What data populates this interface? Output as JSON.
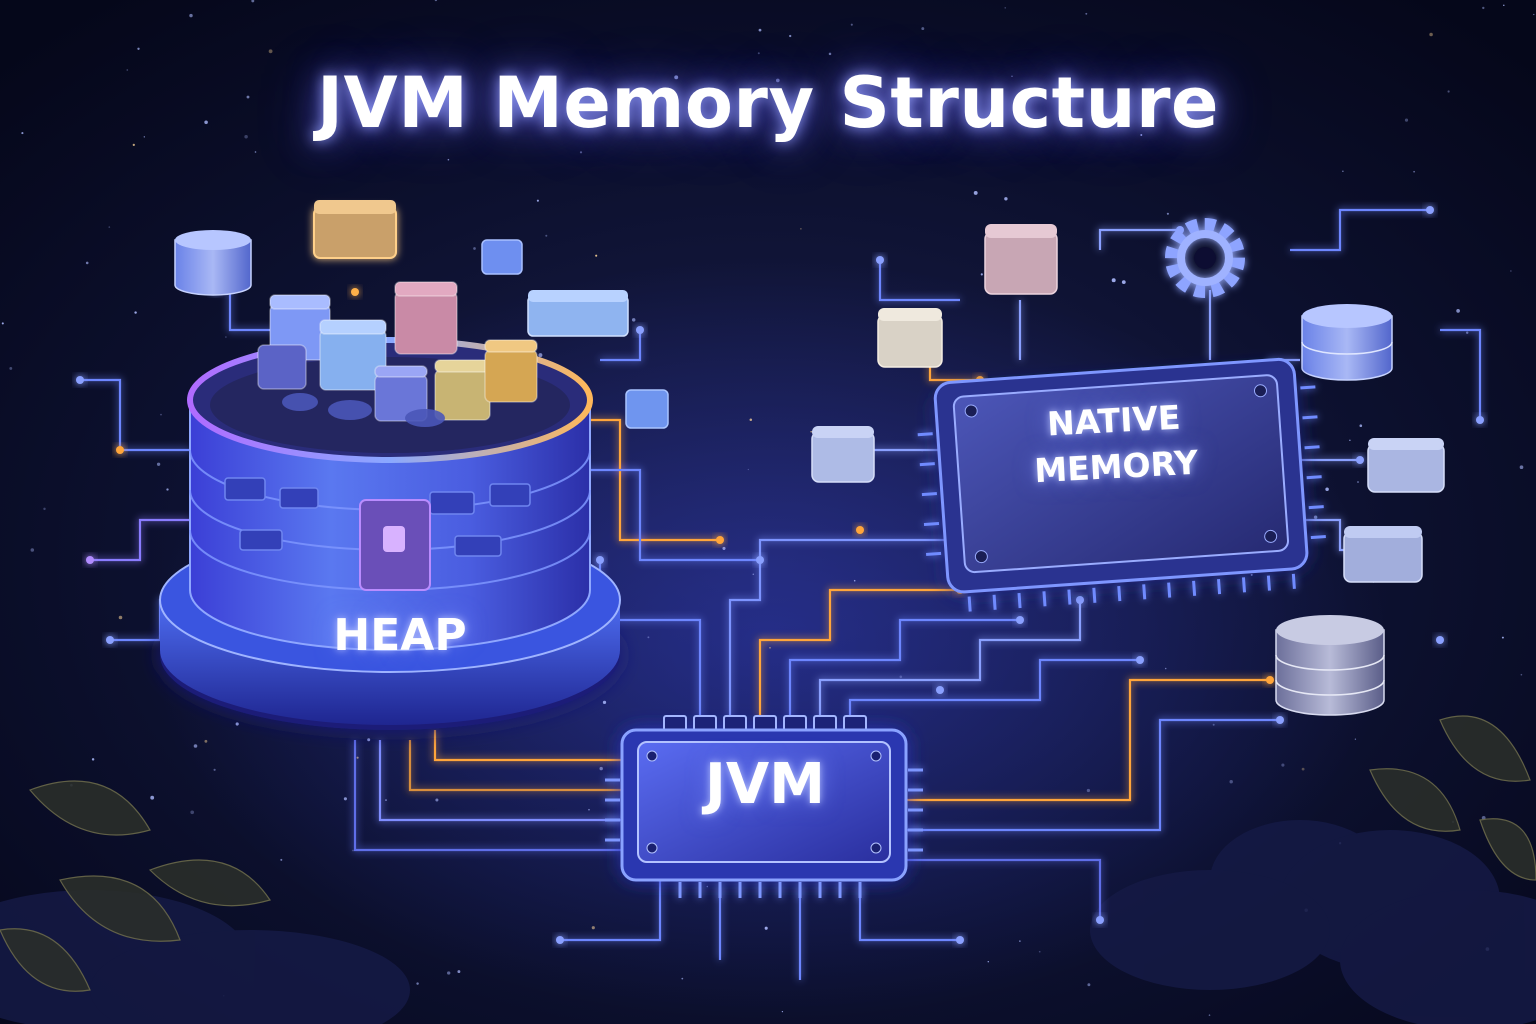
{
  "title": "JVM Memory Structure",
  "labels": {
    "heap": "HEAP",
    "jvm": "JVM",
    "native_line1": "NATIVE",
    "native_line2": "MEMORY"
  },
  "colors": {
    "background": "#070a1c",
    "accent_blue": "#4f7dff",
    "accent_orange": "#ffa53a",
    "accent_purple": "#a06bff"
  },
  "icons": [
    "database-icon",
    "cube-icon",
    "gear-icon",
    "chip-icon",
    "leaf-icon"
  ]
}
